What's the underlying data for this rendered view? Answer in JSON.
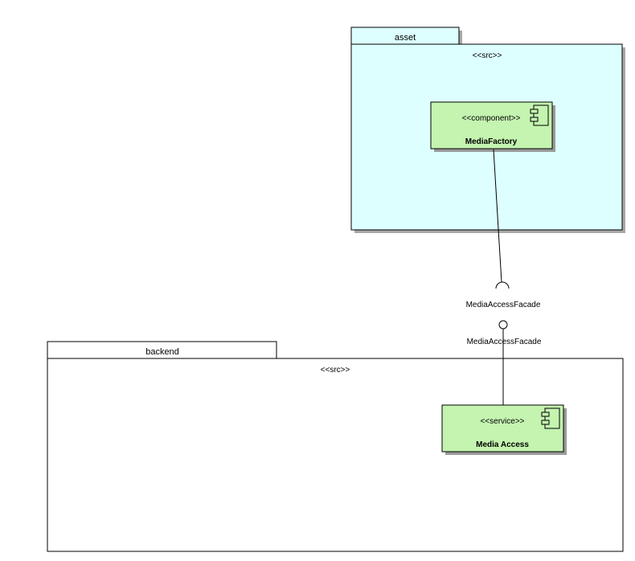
{
  "packages": {
    "asset": {
      "name": "asset",
      "stereotype": "<<src>>",
      "fill": "#ddffff"
    },
    "backend": {
      "name": "backend",
      "stereotype": "<<src>>",
      "fill": "#ffffff"
    }
  },
  "components": {
    "media_factory": {
      "stereotype": "<<component>>",
      "name": "MediaFactory",
      "fill": "#c4f4b0"
    },
    "media_access": {
      "stereotype": "<<service>>",
      "name": "Media Access",
      "fill": "#c4f4b0"
    }
  },
  "interfaces": {
    "required": {
      "label": "MediaAccessFacade",
      "icon": "socket-icon"
    },
    "provided": {
      "label": "MediaAccessFacade",
      "icon": "lollipop-icon"
    }
  }
}
